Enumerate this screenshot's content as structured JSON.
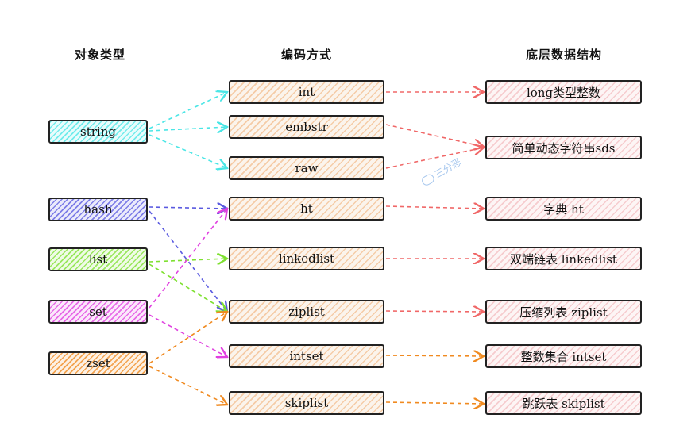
{
  "headers": {
    "object_type": "对象类型",
    "encoding": "编码方式",
    "data_structure": "底层数据结构"
  },
  "object_types": [
    {
      "label": "string",
      "color": "#4ae6e6"
    },
    {
      "label": "hash",
      "color": "#5a5ae0"
    },
    {
      "label": "list",
      "color": "#7ee030"
    },
    {
      "label": "set",
      "color": "#e040e0"
    },
    {
      "label": "zset",
      "color": "#f08a20"
    }
  ],
  "encodings": [
    "int",
    "embstr",
    "raw",
    "ht",
    "linkedlist",
    "ziplist",
    "intset",
    "skiplist"
  ],
  "data_structures": [
    "long类型整数",
    "简单动态字符串sds",
    "字典 ht",
    "双端链表 linkedlist",
    "压缩列表 ziplist",
    "整数集合 intset",
    "跳跃表 skiplist"
  ],
  "watermark": "三分恶",
  "colors": {
    "encoding_to_ds_red": "#f06868",
    "encoding_to_ds_orange": "#f08a20"
  }
}
